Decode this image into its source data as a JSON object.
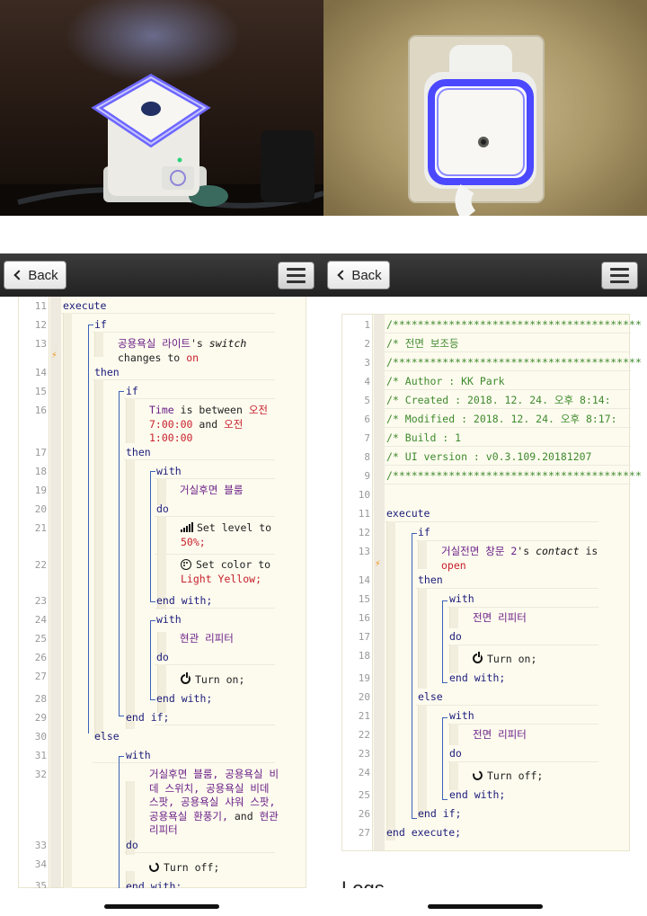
{
  "colors": {
    "toolbar": "#2b2b2b",
    "code_bg": "#fdfbee",
    "keyword": "#1b1b7a",
    "device": "#6a1f87",
    "value": "#c7202c",
    "comment": "#3f8a2e",
    "bolt": "#f29a1f",
    "led": "#4b48ff"
  },
  "toolbar": {
    "back_label": "Back",
    "back_icon": "chevron-left-icon",
    "menu_icon": "hamburger-icon"
  },
  "left": {
    "lines": [
      {
        "n": "11",
        "text": "execute"
      },
      {
        "n": "12",
        "text": "if"
      },
      {
        "n": "13",
        "device": "공용욕실 라이트",
        "possessive": "'s",
        "attribute": "switch",
        "middle": "changes to",
        "value": "on"
      },
      {
        "n": "14",
        "text": "then"
      },
      {
        "n": "15",
        "text": "if"
      },
      {
        "n": "16",
        "part1": "Time",
        "part2": "is between",
        "part3": "오전",
        "part4": "7:00:00",
        "part5": "and",
        "part6": "오전",
        "part7": "1:00:00"
      },
      {
        "n": "17",
        "text": "then"
      },
      {
        "n": "18",
        "text": "with"
      },
      {
        "n": "19",
        "text": "거실후면 블룸"
      },
      {
        "n": "20",
        "text": "do"
      },
      {
        "n": "21",
        "text": "Set level to",
        "value": "50%;"
      },
      {
        "n": "22",
        "text": "Set color to",
        "value": "Light Yellow;"
      },
      {
        "n": "23",
        "text": "end with;"
      },
      {
        "n": "24",
        "text": "with"
      },
      {
        "n": "25",
        "text": "현관 리피터"
      },
      {
        "n": "26",
        "text": "do"
      },
      {
        "n": "27",
        "text": "Turn on;"
      },
      {
        "n": "28",
        "text": "end with;"
      },
      {
        "n": "29",
        "text": "end if;"
      },
      {
        "n": "30",
        "text": "else"
      },
      {
        "n": "31",
        "text": "with"
      },
      {
        "n": "32",
        "line1": "거실후면 블룸, 공용욕실 비",
        "line2": "데 스위치, 공용욕실 비데",
        "line3": "스팟, 공용욕실 샤워 스팟,",
        "line4a": "공용욕실 환풍기,",
        "line4b": "and",
        "line4c": "현관",
        "line5": "리피터"
      },
      {
        "n": "33",
        "text": "do"
      },
      {
        "n": "34",
        "text": "Turn off;"
      },
      {
        "n": "35",
        "text": "end with;"
      }
    ]
  },
  "right": {
    "lines": [
      {
        "n": "1",
        "text": "/****************************************"
      },
      {
        "n": "2",
        "text": "/* 전면 보조등"
      },
      {
        "n": "3",
        "text": "/****************************************"
      },
      {
        "n": "4",
        "text": "/* Author     : KK Park"
      },
      {
        "n": "5",
        "text": "/* Created    : 2018. 12. 24. 오후 8:14:"
      },
      {
        "n": "6",
        "text": "/* Modified   : 2018. 12. 24. 오후 8:17:"
      },
      {
        "n": "7",
        "text": "/* Build      : 1"
      },
      {
        "n": "8",
        "text": "/* UI version : v0.3.109.20181207"
      },
      {
        "n": "9",
        "text": "/****************************************"
      },
      {
        "n": "10",
        "text": ""
      },
      {
        "n": "11",
        "text": "execute"
      },
      {
        "n": "12",
        "text": "if"
      },
      {
        "n": "13",
        "device": "거실전면 창문 2",
        "possessive": "'s",
        "attribute": "contact",
        "middle": "is",
        "value": "open"
      },
      {
        "n": "14",
        "text": "then"
      },
      {
        "n": "15",
        "text": "with"
      },
      {
        "n": "16",
        "text": "전면 리피터"
      },
      {
        "n": "17",
        "text": "do"
      },
      {
        "n": "18",
        "text": ""
      },
      {
        "n": "19",
        "text": "end with;"
      },
      {
        "n": "20",
        "text": "else"
      },
      {
        "n": "21",
        "text": "with"
      },
      {
        "n": "22",
        "text": "전면 리피터"
      },
      {
        "n": "23",
        "text": "do"
      },
      {
        "n": "24",
        "text": ""
      },
      {
        "n": "25",
        "text": "end with;"
      },
      {
        "n": "26",
        "text": "end if;"
      },
      {
        "n": "27",
        "text": "end execute;"
      }
    ],
    "turn_on": "Turn on;",
    "turn_off": "Turn off;",
    "logs_heading": "Logs"
  }
}
